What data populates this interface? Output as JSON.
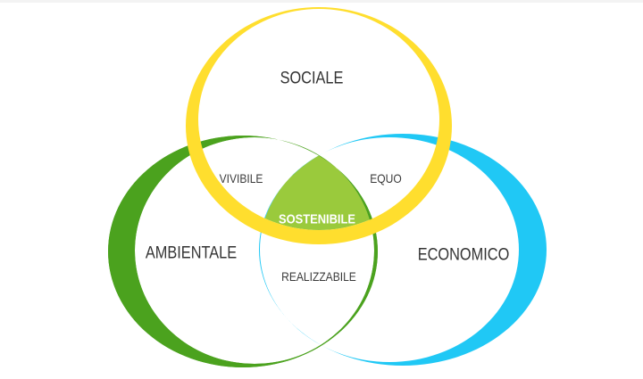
{
  "diagram": {
    "type": "venn",
    "sets": [
      {
        "id": "sociale",
        "label": "SOCIALE",
        "color": "#FFDE2E",
        "position": "top"
      },
      {
        "id": "ambientale",
        "label": "AMBIENTALE",
        "color": "#4BA21E",
        "position": "bottom-left"
      },
      {
        "id": "economico",
        "label": "ECONOMICO",
        "color": "#20C8F5",
        "position": "bottom-right"
      }
    ],
    "intersections": [
      {
        "sets": [
          "sociale",
          "ambientale"
        ],
        "label": "VIVIBILE"
      },
      {
        "sets": [
          "sociale",
          "economico"
        ],
        "label": "EQUO"
      },
      {
        "sets": [
          "ambientale",
          "economico"
        ],
        "label": "REALIZZABILE"
      },
      {
        "sets": [
          "sociale",
          "ambientale",
          "economico"
        ],
        "label": "SOSTENIBILE",
        "fill": "#9ACA3C"
      }
    ]
  },
  "labels": {
    "sociale": "SOCIALE",
    "ambientale": "AMBIENTALE",
    "economico": "ECONOMICO",
    "vivibile": "VIVIBILE",
    "equo": "EQUO",
    "realizzabile": "REALIZZABILE",
    "sostenibile": "SOSTENIBILE"
  },
  "colors": {
    "sociale": "#FFDE2E",
    "ambientale": "#4BA21E",
    "economico": "#20C8F5",
    "sostenibile": "#9ACA3C",
    "text": "#333333",
    "background": "#FFFFFF"
  }
}
